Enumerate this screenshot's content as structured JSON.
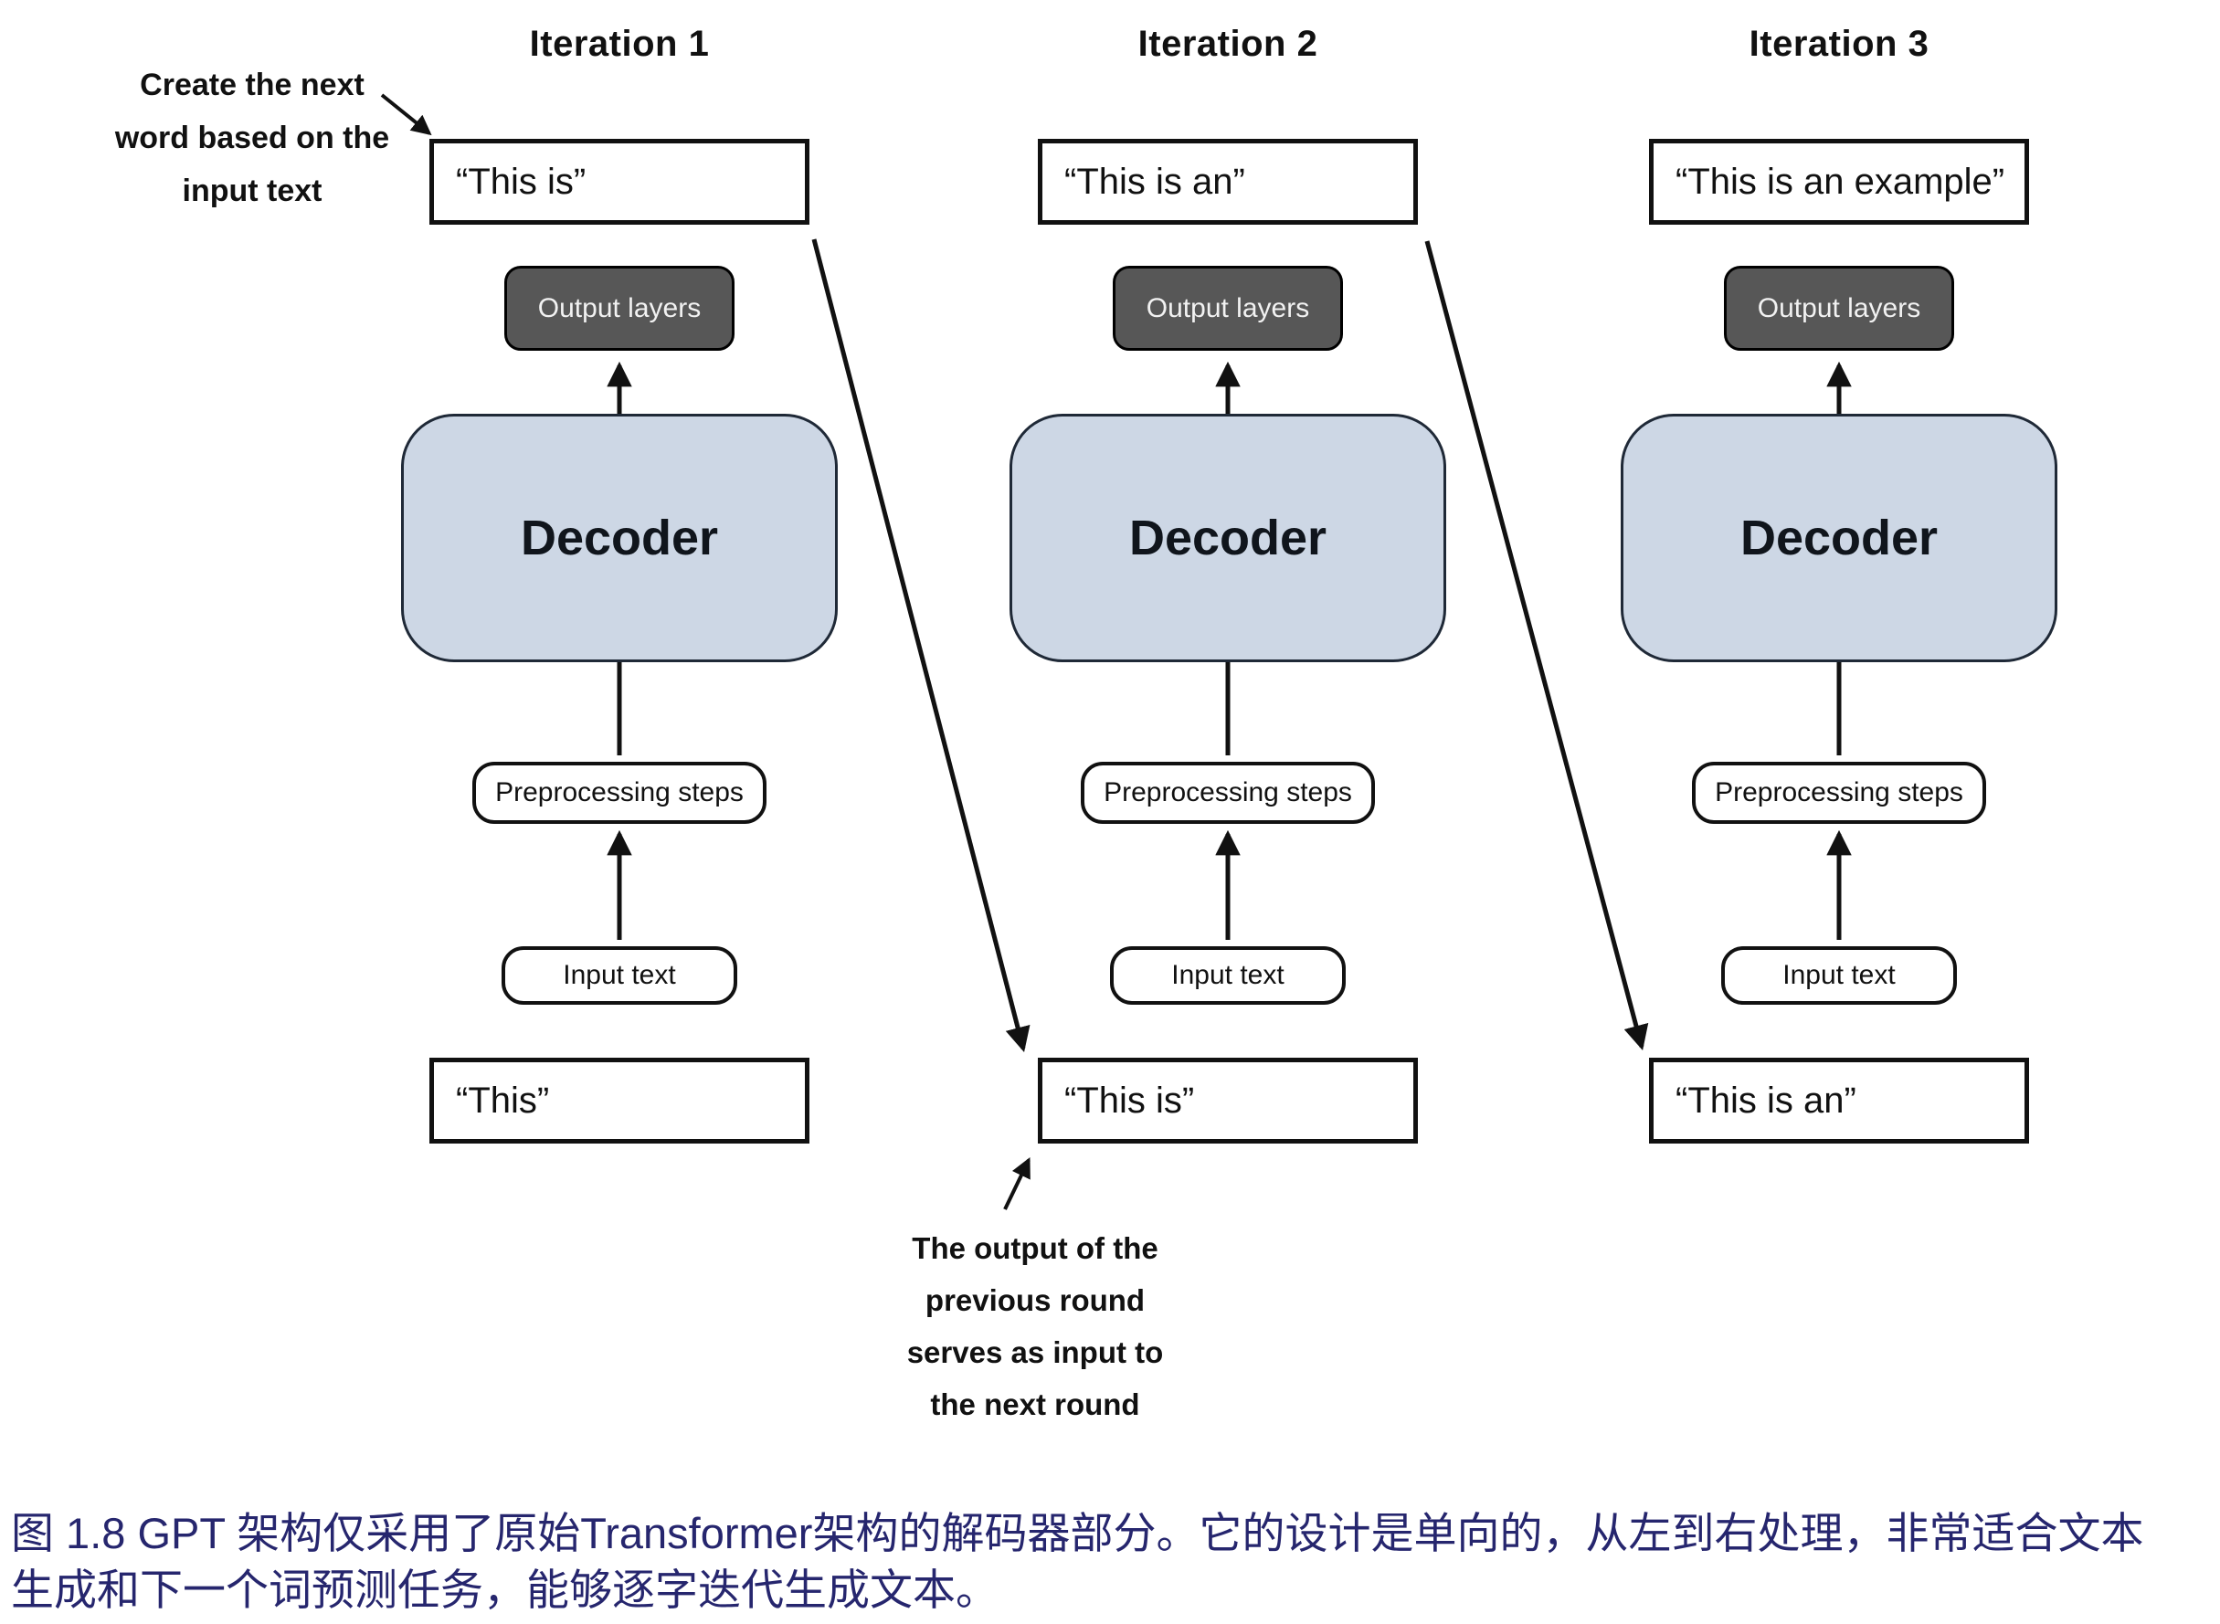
{
  "figure": {
    "columns": [
      {
        "title": "Iteration 1",
        "output_text": "“This is”",
        "input_text": "“This”"
      },
      {
        "title": "Iteration 2",
        "output_text": "“This is an”",
        "input_text": "“This is”"
      },
      {
        "title": "Iteration 3",
        "output_text": "“This is an example”",
        "input_text": "“This is an”"
      }
    ],
    "labels": {
      "output_layers": "Output layers",
      "decoder": "Decoder",
      "preprocessing": "Preprocessing steps",
      "input_text": "Input text"
    },
    "annotations": {
      "top": {
        "lines": [
          "Create the next",
          "word based on the",
          "input text"
        ]
      },
      "bottom": {
        "lines": [
          "The output of the",
          "previous round",
          "serves as input to",
          "the next round"
        ]
      }
    }
  },
  "caption": {
    "lines": [
      "图 1.8  GPT 架构仅采用了原始Transformer架构的解码器部分。它的设计是单向的，从左到右处理，非常适合文本",
      "生成和下一个词预测任务，能够逐字迭代生成文本。"
    ]
  },
  "colors": {
    "background": "#ffffff",
    "decoder_fill": "#cdd7e5",
    "decoder_border": "#1f2937",
    "output_layers_fill": "#575757",
    "output_layers_text": "#f2f2f2",
    "box_border": "#111111",
    "arrow": "#111111",
    "caption_text": "#26266e"
  }
}
